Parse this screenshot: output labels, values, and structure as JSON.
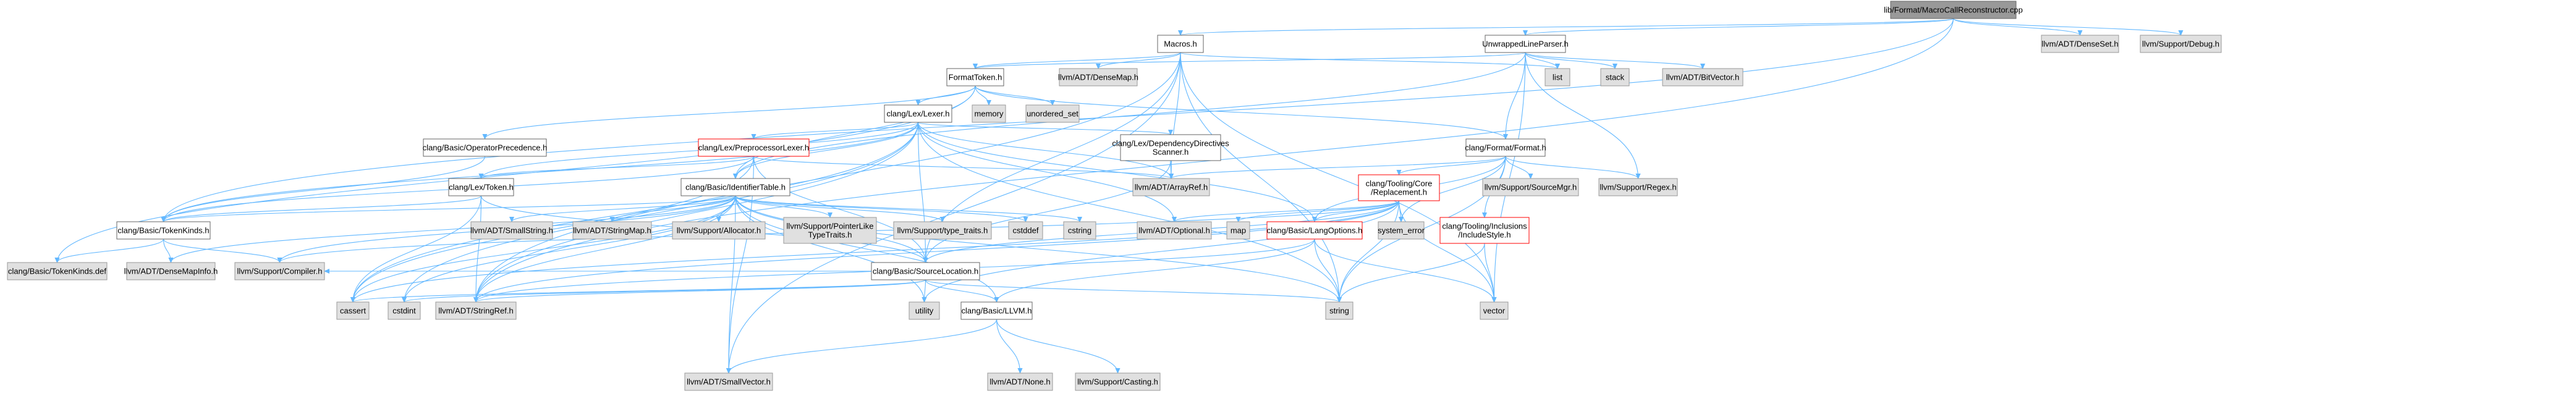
{
  "graph": {
    "root": "lib/Format/MacroCallReconstructor.cpp",
    "colors": {
      "root_fill": "#999999",
      "root_border": "#666666",
      "doc_fill": "#ffffff",
      "doc_border": "#666666",
      "external_fill": "#e0e0e0",
      "external_border": "#999999",
      "truncated_border": "#ff0000",
      "edge": "#63b8ff"
    },
    "nodes": [
      {
        "id": "root",
        "label": "lib/Format/MacroCallReconstructor.cpp",
        "kind": "root"
      },
      {
        "id": "macros",
        "label": "Macros.h",
        "kind": "doc"
      },
      {
        "id": "unwrapped",
        "label": "UnwrappedLineParser.h",
        "kind": "doc"
      },
      {
        "id": "densesetp",
        "label": "llvm/ADT/DenseSet.h",
        "kind": "external"
      },
      {
        "id": "debug",
        "label": "llvm/Support/Debug.h",
        "kind": "external"
      },
      {
        "id": "densemap",
        "label": "llvm/ADT/DenseMap.h",
        "kind": "external"
      },
      {
        "id": "formattoken",
        "label": "FormatToken.h",
        "kind": "doc"
      },
      {
        "id": "list",
        "label": "list",
        "kind": "external"
      },
      {
        "id": "stack",
        "label": "stack",
        "kind": "external"
      },
      {
        "id": "bitvector",
        "label": "llvm/ADT/BitVector.h",
        "kind": "external"
      },
      {
        "id": "lexer",
        "label": "clang/Lex/Lexer.h",
        "kind": "doc"
      },
      {
        "id": "memory",
        "label": "memory",
        "kind": "external"
      },
      {
        "id": "unordered_set",
        "label": "unordered_set",
        "kind": "external"
      },
      {
        "id": "opprec",
        "label": "clang/Basic/OperatorPrecedence.h",
        "kind": "doc"
      },
      {
        "id": "pplexer",
        "label": "clang/Lex/PreprocessorLexer.h",
        "kind": "truncated"
      },
      {
        "id": "depdir",
        "label": "clang/Lex/DependencyDirectives\nScanner.h",
        "kind": "doc"
      },
      {
        "id": "format",
        "label": "clang/Format/Format.h",
        "kind": "doc"
      },
      {
        "id": "token",
        "label": "clang/Lex/Token.h",
        "kind": "doc"
      },
      {
        "id": "identtable",
        "label": "clang/Basic/IdentifierTable.h",
        "kind": "doc"
      },
      {
        "id": "arrayref",
        "label": "llvm/ADT/ArrayRef.h",
        "kind": "external"
      },
      {
        "id": "replacement",
        "label": "clang/Tooling/Core\n/Replacement.h",
        "kind": "truncated"
      },
      {
        "id": "srcmgr",
        "label": "llvm/Support/SourceMgr.h",
        "kind": "external"
      },
      {
        "id": "regex",
        "label": "llvm/Support/Regex.h",
        "kind": "external"
      },
      {
        "id": "tokenkinds",
        "label": "clang/Basic/TokenKinds.h",
        "kind": "doc"
      },
      {
        "id": "smallstring",
        "label": "llvm/ADT/SmallString.h",
        "kind": "external"
      },
      {
        "id": "stringmap",
        "label": "llvm/ADT/StringMap.h",
        "kind": "external"
      },
      {
        "id": "allocator",
        "label": "llvm/Support/Allocator.h",
        "kind": "external"
      },
      {
        "id": "ptrlike",
        "label": "llvm/Support/PointerLike\nTypeTraits.h",
        "kind": "external"
      },
      {
        "id": "typetraits",
        "label": "llvm/Support/type_traits.h",
        "kind": "external"
      },
      {
        "id": "cstddef",
        "label": "cstddef",
        "kind": "external"
      },
      {
        "id": "cstring",
        "label": "cstring",
        "kind": "external"
      },
      {
        "id": "map",
        "label": "map",
        "kind": "external"
      },
      {
        "id": "srcloc",
        "label": "clang/Basic/SourceLocation.h",
        "kind": "doc"
      },
      {
        "id": "optional",
        "label": "llvm/ADT/Optional.h",
        "kind": "external"
      },
      {
        "id": "langopts",
        "label": "clang/Basic/LangOptions.h",
        "kind": "truncated"
      },
      {
        "id": "syserr",
        "label": "system_error",
        "kind": "external"
      },
      {
        "id": "inclstyle",
        "label": "clang/Tooling/Inclusions\n/IncludeStyle.h",
        "kind": "truncated"
      },
      {
        "id": "tkdef",
        "label": "clang/Basic/TokenKinds.def",
        "kind": "external"
      },
      {
        "id": "densemapinfo",
        "label": "llvm/ADT/DenseMapInfo.h",
        "kind": "external"
      },
      {
        "id": "compiler",
        "label": "llvm/Support/Compiler.h",
        "kind": "external"
      },
      {
        "id": "cassert",
        "label": "cassert",
        "kind": "external"
      },
      {
        "id": "cstdint",
        "label": "cstdint",
        "kind": "external"
      },
      {
        "id": "stringref",
        "label": "llvm/ADT/StringRef.h",
        "kind": "external"
      },
      {
        "id": "utility",
        "label": "utility",
        "kind": "external"
      },
      {
        "id": "llvm",
        "label": "clang/Basic/LLVM.h",
        "kind": "doc"
      },
      {
        "id": "string",
        "label": "string",
        "kind": "external"
      },
      {
        "id": "vector",
        "label": "vector",
        "kind": "external"
      },
      {
        "id": "smallvector",
        "label": "llvm/ADT/SmallVector.h",
        "kind": "external"
      },
      {
        "id": "none",
        "label": "llvm/ADT/None.h",
        "kind": "external"
      },
      {
        "id": "casting",
        "label": "llvm/Support/Casting.h",
        "kind": "external"
      }
    ],
    "edges": [
      [
        "root",
        "macros"
      ],
      [
        "root",
        "unwrapped"
      ],
      [
        "root",
        "densesetp"
      ],
      [
        "root",
        "debug"
      ],
      [
        "root",
        "tokenkinds"
      ],
      [
        "root",
        "stringref"
      ],
      [
        "macros",
        "densemap"
      ],
      [
        "macros",
        "formattoken"
      ],
      [
        "macros",
        "list"
      ],
      [
        "macros",
        "srcloc"
      ],
      [
        "macros",
        "stringref"
      ],
      [
        "macros",
        "smallvector"
      ],
      [
        "macros",
        "arrayref"
      ],
      [
        "macros",
        "string"
      ],
      [
        "macros",
        "vector"
      ],
      [
        "unwrapped",
        "formattoken"
      ],
      [
        "unwrapped",
        "list"
      ],
      [
        "unwrapped",
        "stack"
      ],
      [
        "unwrapped",
        "bitvector"
      ],
      [
        "unwrapped",
        "format"
      ],
      [
        "unwrapped",
        "identtable"
      ],
      [
        "unwrapped",
        "regex"
      ],
      [
        "unwrapped",
        "vector"
      ],
      [
        "formattoken",
        "lexer"
      ],
      [
        "formattoken",
        "memory"
      ],
      [
        "formattoken",
        "unordered_set"
      ],
      [
        "formattoken",
        "format"
      ],
      [
        "formattoken",
        "opprec"
      ],
      [
        "formattoken",
        "tkdef"
      ],
      [
        "formattoken",
        "identtable"
      ],
      [
        "lexer",
        "pplexer"
      ],
      [
        "lexer",
        "depdir"
      ],
      [
        "lexer",
        "token"
      ],
      [
        "lexer",
        "identtable"
      ],
      [
        "lexer",
        "srcloc"
      ],
      [
        "lexer",
        "langopts"
      ],
      [
        "lexer",
        "tokenkinds"
      ],
      [
        "lexer",
        "optional"
      ],
      [
        "lexer",
        "arrayref"
      ],
      [
        "lexer",
        "stringref"
      ],
      [
        "lexer",
        "cassert"
      ],
      [
        "lexer",
        "cstdint"
      ],
      [
        "lexer",
        "string"
      ],
      [
        "opprec",
        "tokenkinds"
      ],
      [
        "pplexer",
        "token"
      ],
      [
        "pplexer",
        "arrayref"
      ],
      [
        "pplexer",
        "tokenkinds"
      ],
      [
        "pplexer",
        "cassert"
      ],
      [
        "pplexer",
        "smallvector"
      ],
      [
        "pplexer",
        "srcloc"
      ],
      [
        "depdir",
        "arrayref"
      ],
      [
        "depdir",
        "srcloc"
      ],
      [
        "format",
        "replacement"
      ],
      [
        "format",
        "langopts"
      ],
      [
        "format",
        "inclstyle"
      ],
      [
        "format",
        "srcmgr"
      ],
      [
        "format",
        "regex"
      ],
      [
        "format",
        "string"
      ],
      [
        "format",
        "syserr"
      ],
      [
        "format",
        "arrayref"
      ],
      [
        "token",
        "tokenkinds"
      ],
      [
        "token",
        "srcloc"
      ],
      [
        "token",
        "stringref"
      ],
      [
        "token",
        "cassert"
      ],
      [
        "identtable",
        "tokenkinds"
      ],
      [
        "identtable",
        "densemapinfo"
      ],
      [
        "identtable",
        "smallstring"
      ],
      [
        "identtable",
        "stringmap"
      ],
      [
        "identtable",
        "allocator"
      ],
      [
        "identtable",
        "ptrlike"
      ],
      [
        "identtable",
        "typetraits"
      ],
      [
        "identtable",
        "cstddef"
      ],
      [
        "identtable",
        "cstring"
      ],
      [
        "identtable",
        "srcloc"
      ],
      [
        "identtable",
        "stringref"
      ],
      [
        "identtable",
        "cassert"
      ],
      [
        "identtable",
        "cstdint"
      ],
      [
        "identtable",
        "string"
      ],
      [
        "identtable",
        "utility"
      ],
      [
        "identtable",
        "compiler"
      ],
      [
        "identtable",
        "llvm"
      ],
      [
        "identtable",
        "smallvector"
      ],
      [
        "replacement",
        "langopts"
      ],
      [
        "replacement",
        "srcloc"
      ],
      [
        "replacement",
        "optional"
      ],
      [
        "replacement",
        "stringref"
      ],
      [
        "replacement",
        "compiler"
      ],
      [
        "replacement",
        "map"
      ],
      [
        "replacement",
        "syserr"
      ],
      [
        "replacement",
        "string"
      ],
      [
        "replacement",
        "utility"
      ],
      [
        "replacement",
        "vector"
      ],
      [
        "replacement",
        "cassert"
      ],
      [
        "langopts",
        "llvm"
      ],
      [
        "langopts",
        "string"
      ],
      [
        "langopts",
        "vector"
      ],
      [
        "langopts",
        "stringref"
      ],
      [
        "inclstyle",
        "string"
      ],
      [
        "inclstyle",
        "vector"
      ],
      [
        "tokenkinds",
        "tkdef"
      ],
      [
        "tokenkinds",
        "densemapinfo"
      ],
      [
        "tokenkinds",
        "compiler"
      ],
      [
        "srcloc",
        "llvm"
      ],
      [
        "srcloc",
        "compiler"
      ],
      [
        "srcloc",
        "stringref"
      ],
      [
        "srcloc",
        "cassert"
      ],
      [
        "srcloc",
        "cstdint"
      ],
      [
        "srcloc",
        "string"
      ],
      [
        "srcloc",
        "utility"
      ],
      [
        "llvm",
        "none"
      ],
      [
        "llvm",
        "casting"
      ],
      [
        "llvm",
        "smallvector"
      ]
    ]
  }
}
